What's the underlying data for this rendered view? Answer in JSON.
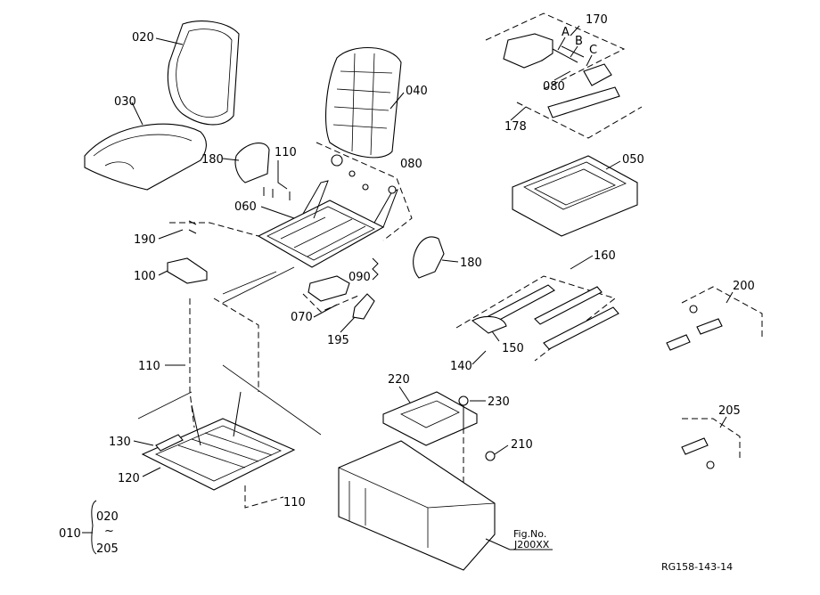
{
  "diagram": {
    "callouts": {
      "p020": "020",
      "p030": "030",
      "p040": "040",
      "p050": "050",
      "p060": "060",
      "p070": "070",
      "p080a": "080",
      "p080b": "080",
      "p090": "090",
      "p100": "100",
      "p110a": "110",
      "p110b": "110",
      "p110c": "110",
      "p120": "120",
      "p130": "130",
      "p140": "140",
      "p150": "150",
      "p160": "160",
      "p170": "170",
      "p178": "178",
      "p180a": "180",
      "p180b": "180",
      "p190": "190",
      "p195": "195",
      "p200": "200",
      "p205": "205",
      "p210": "210",
      "p220": "220",
      "p230": "230",
      "sub_a": "A",
      "sub_b": "B",
      "sub_c": "C"
    },
    "assembly": {
      "label": "010",
      "range_start": "020",
      "range_sep": "~",
      "range_end": "205"
    },
    "figure_ref": {
      "line1": "Fig.No.",
      "line2": "J200XX"
    },
    "drawing_code": "RG158-143-14"
  }
}
